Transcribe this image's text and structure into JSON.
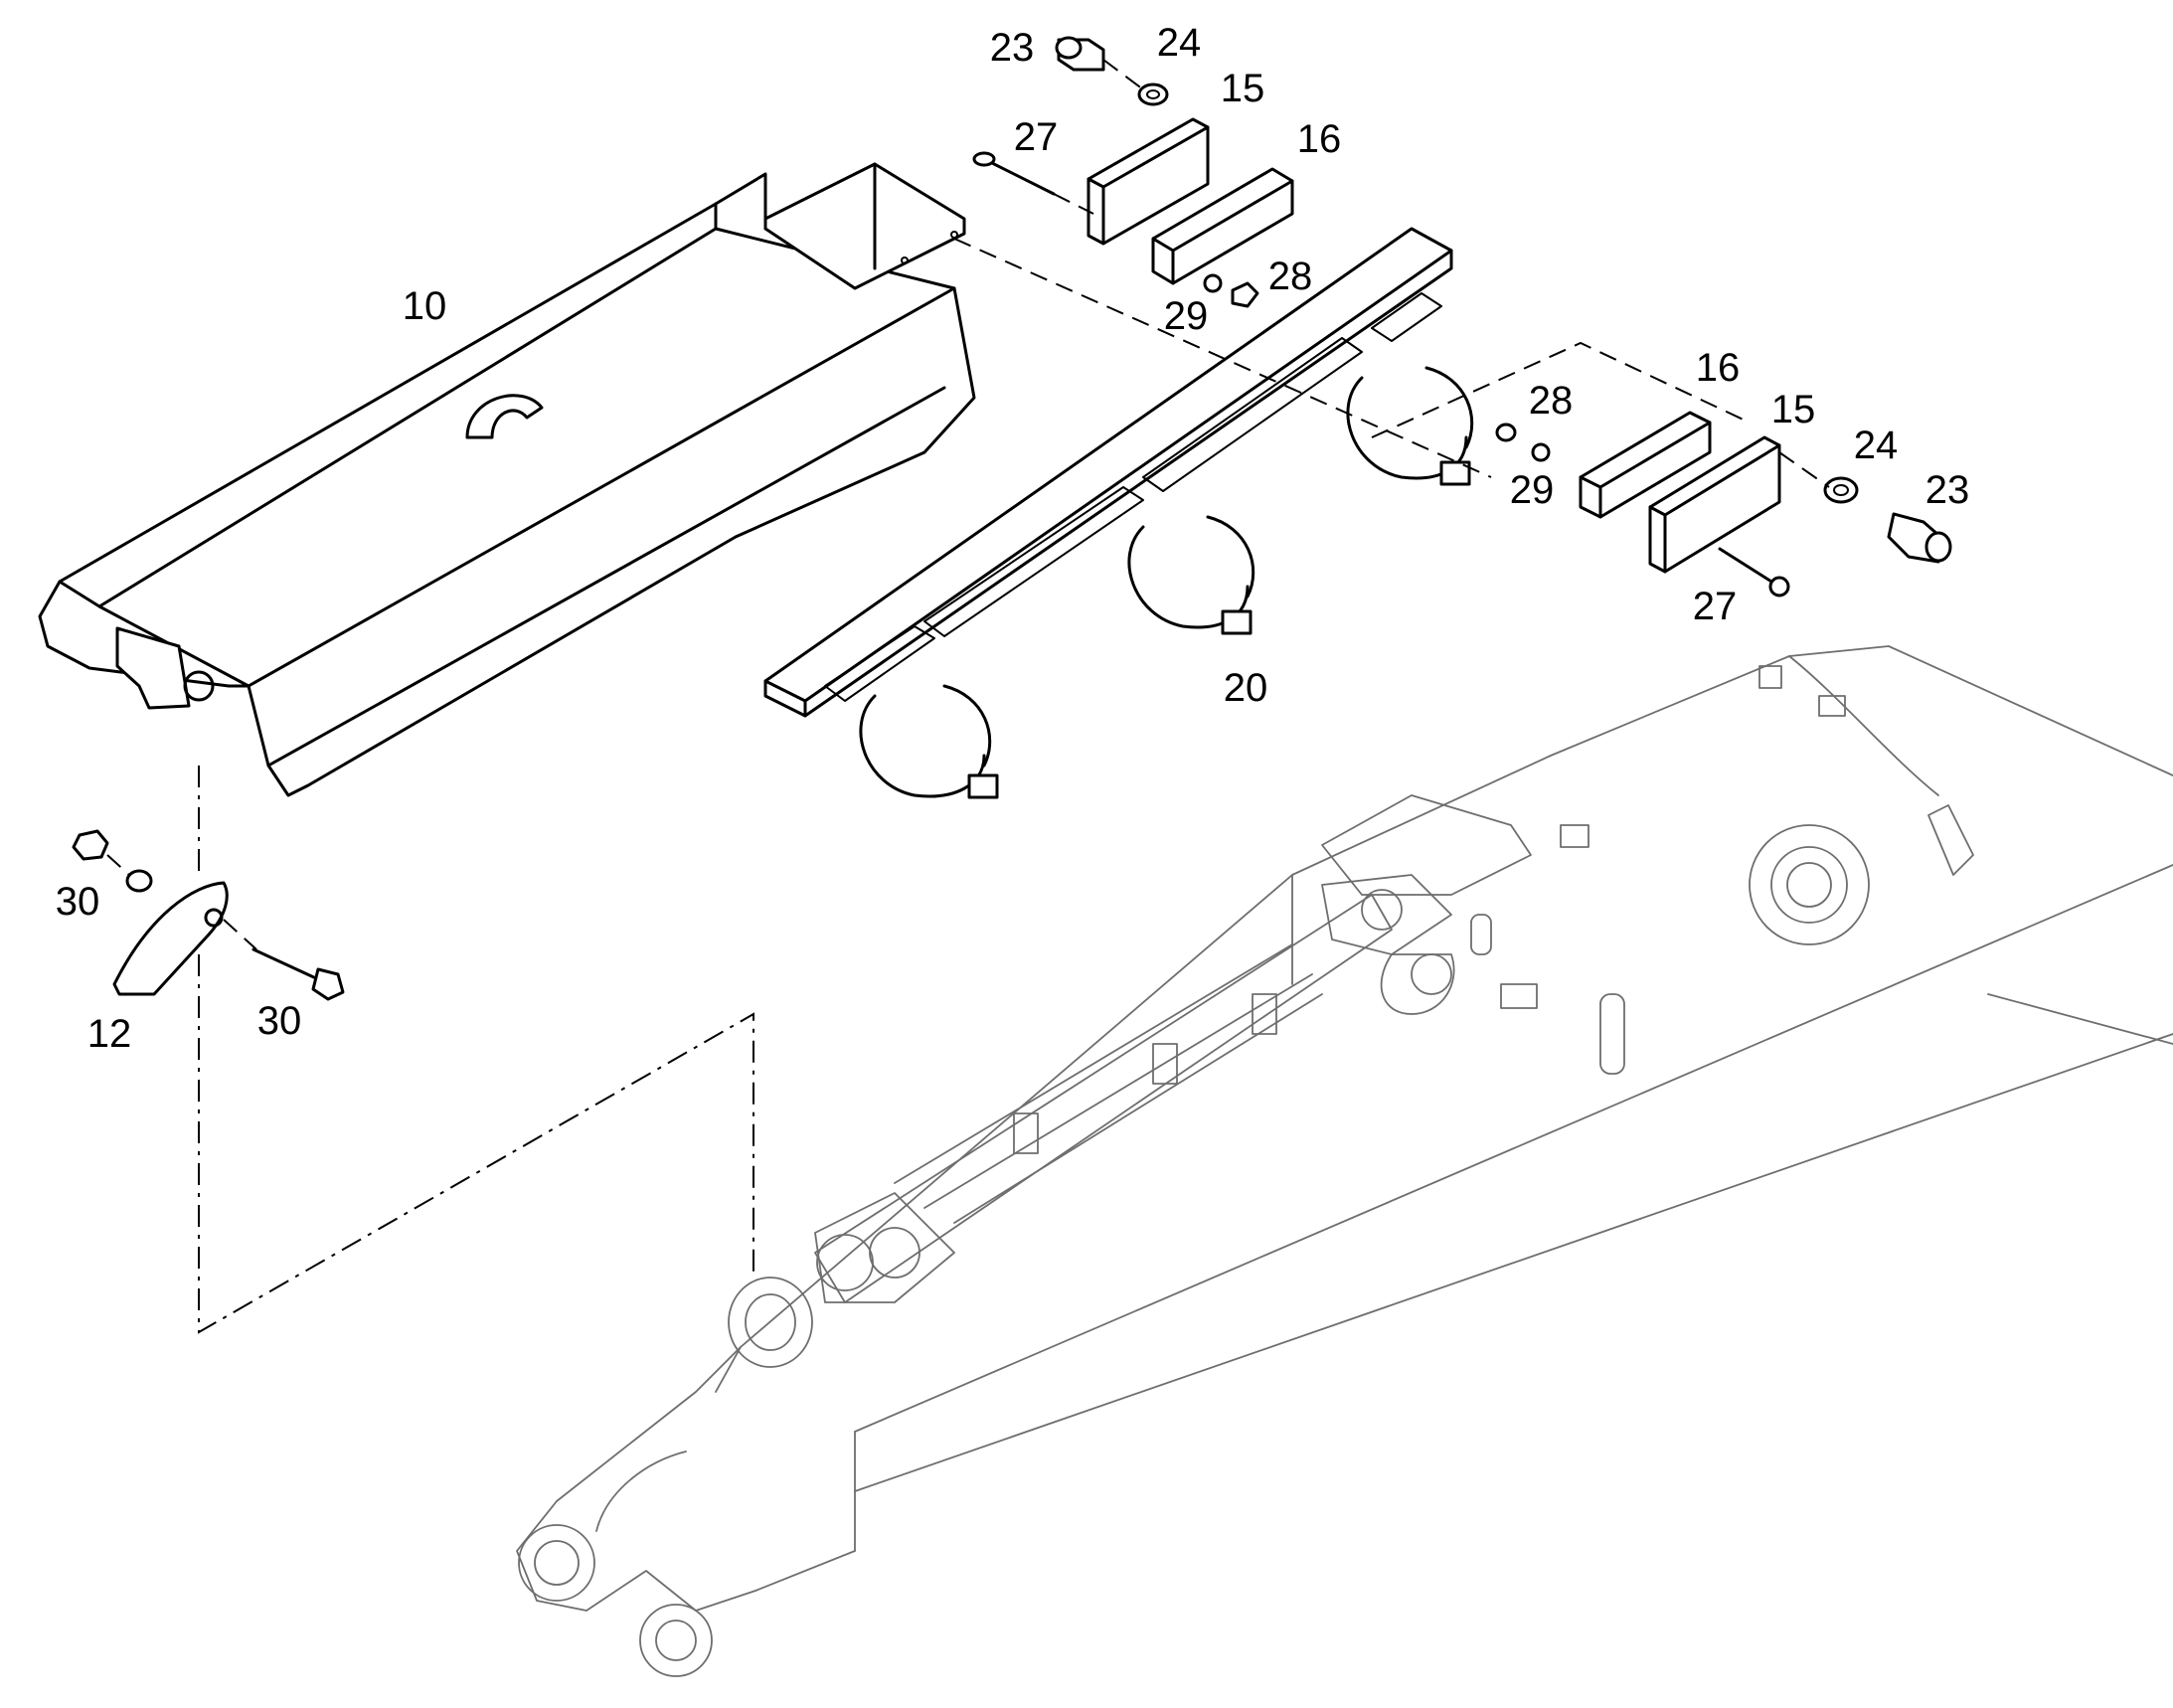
{
  "callouts": [
    {
      "id": "23a",
      "text": "23"
    },
    {
      "id": "24a",
      "text": "24"
    },
    {
      "id": "15a",
      "text": "15"
    },
    {
      "id": "16a",
      "text": "16"
    },
    {
      "id": "27a",
      "text": "27"
    },
    {
      "id": "28a",
      "text": "28"
    },
    {
      "id": "29a",
      "text": "29"
    },
    {
      "id": "10",
      "text": "10"
    },
    {
      "id": "16b",
      "text": "16"
    },
    {
      "id": "15b",
      "text": "15"
    },
    {
      "id": "28b",
      "text": "28"
    },
    {
      "id": "24b",
      "text": "24"
    },
    {
      "id": "23b",
      "text": "23"
    },
    {
      "id": "29b",
      "text": "29"
    },
    {
      "id": "27b",
      "text": "27"
    },
    {
      "id": "20",
      "text": "20"
    },
    {
      "id": "30a",
      "text": "30"
    },
    {
      "id": "30b",
      "text": "30"
    },
    {
      "id": "12",
      "text": "12"
    }
  ]
}
